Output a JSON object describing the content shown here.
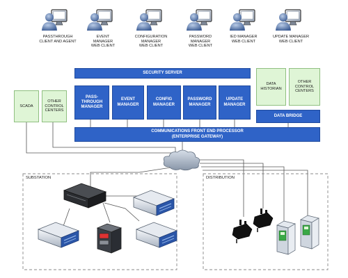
{
  "clients": [
    {
      "label": "PASSTHROUGH\nCLIENT AND AGENT"
    },
    {
      "label": "EVENT\nMANAGER\nWEB CLIENT"
    },
    {
      "label": "CONFIGURATION\nMANAGER\nWEB CLIENT"
    },
    {
      "label": "PASSWORD\nMANAGER\nWEB CLIENT"
    },
    {
      "label": "IED MANAGER\nWEB CLIENT"
    },
    {
      "label": "UPDATE MANAGER\nWEB CLIENT"
    }
  ],
  "security_server": {
    "label": "SECURITY SERVER"
  },
  "managers": [
    {
      "label": "PASS-\nTHROUGH\nMANAGER"
    },
    {
      "label": "EVENT\nMANAGER"
    },
    {
      "label": "CONFIG\nMANAGER"
    },
    {
      "label": "PASSWORD\nMANAGER"
    },
    {
      "label": "UPDATE\nMANAGER"
    }
  ],
  "data_historian": {
    "label": "DATA\nHISTORIAN"
  },
  "other_control_centers_right": {
    "label": "OTHER\nCONTROL\nCENTERS"
  },
  "data_bridge": {
    "label": "DATA BRIDGE"
  },
  "scada": {
    "label": "SCADA"
  },
  "other_control_centers_left": {
    "label": "OTHER\nCONTROL\nCENTERS"
  },
  "front_end": {
    "label": "COMMUNICATIONS FRONT END PROCESSOR\n(ENTERPRISE GATEWAY)"
  },
  "substation": {
    "label": "SUBSTATION"
  },
  "distribution": {
    "label": "DISTRIBUTION"
  },
  "colors": {
    "blue": "#2f63c7",
    "green": "#dff5d6",
    "line": "#555555",
    "dash": "#888888"
  },
  "icons": [
    "user-workstation-icon",
    "network-cloud-icon",
    "rack-server-icon",
    "network-switch-icon",
    "control-unit-icon",
    "pole-device-icon",
    "meter-cabinet-icon"
  ]
}
